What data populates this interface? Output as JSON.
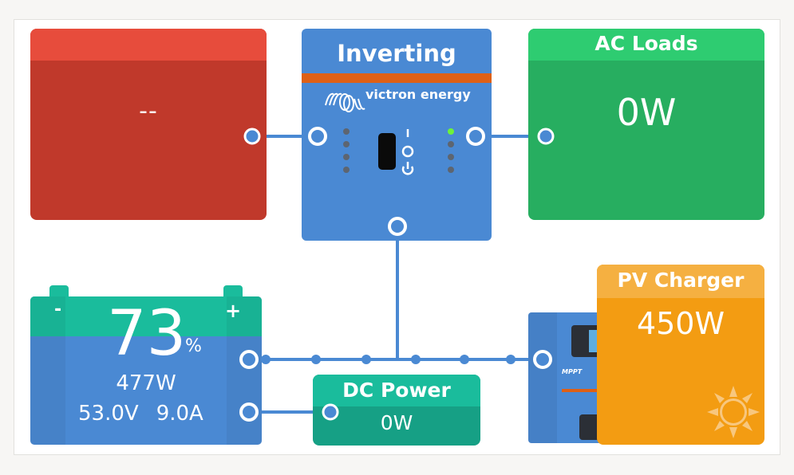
{
  "grid": {
    "title": "",
    "value": "--",
    "color": "#c0392b",
    "header_color": "#e74c3c"
  },
  "inverter": {
    "state": "Inverting",
    "brand": "victron energy",
    "switch_labels": [
      "I",
      "O",
      "power-icon"
    ],
    "leds_left": [
      "off",
      "off",
      "off",
      "off"
    ],
    "leds_right": [
      "on",
      "off",
      "off",
      "off"
    ],
    "color": "#4a89d3",
    "stripe_color": "#de6016"
  },
  "ac_loads": {
    "title": "AC Loads",
    "value": "0W",
    "color": "#27ae60"
  },
  "battery": {
    "soc": "73",
    "soc_unit": "%",
    "soc_fraction": 0.73,
    "power": "477W",
    "voltage": "53.0V",
    "current": "9.0A",
    "minus": "-",
    "plus": "+",
    "color": "#4a89d3",
    "soc_color": "#1abc9c"
  },
  "dc_power": {
    "title": "DC Power",
    "value": "0W",
    "color": "#16a085"
  },
  "pv_charger": {
    "title": "PV Charger",
    "value": "450W",
    "device_label": "MPPT",
    "icon": "sun-icon",
    "color": "#f39c12"
  },
  "connection_color": "#4a89d3"
}
